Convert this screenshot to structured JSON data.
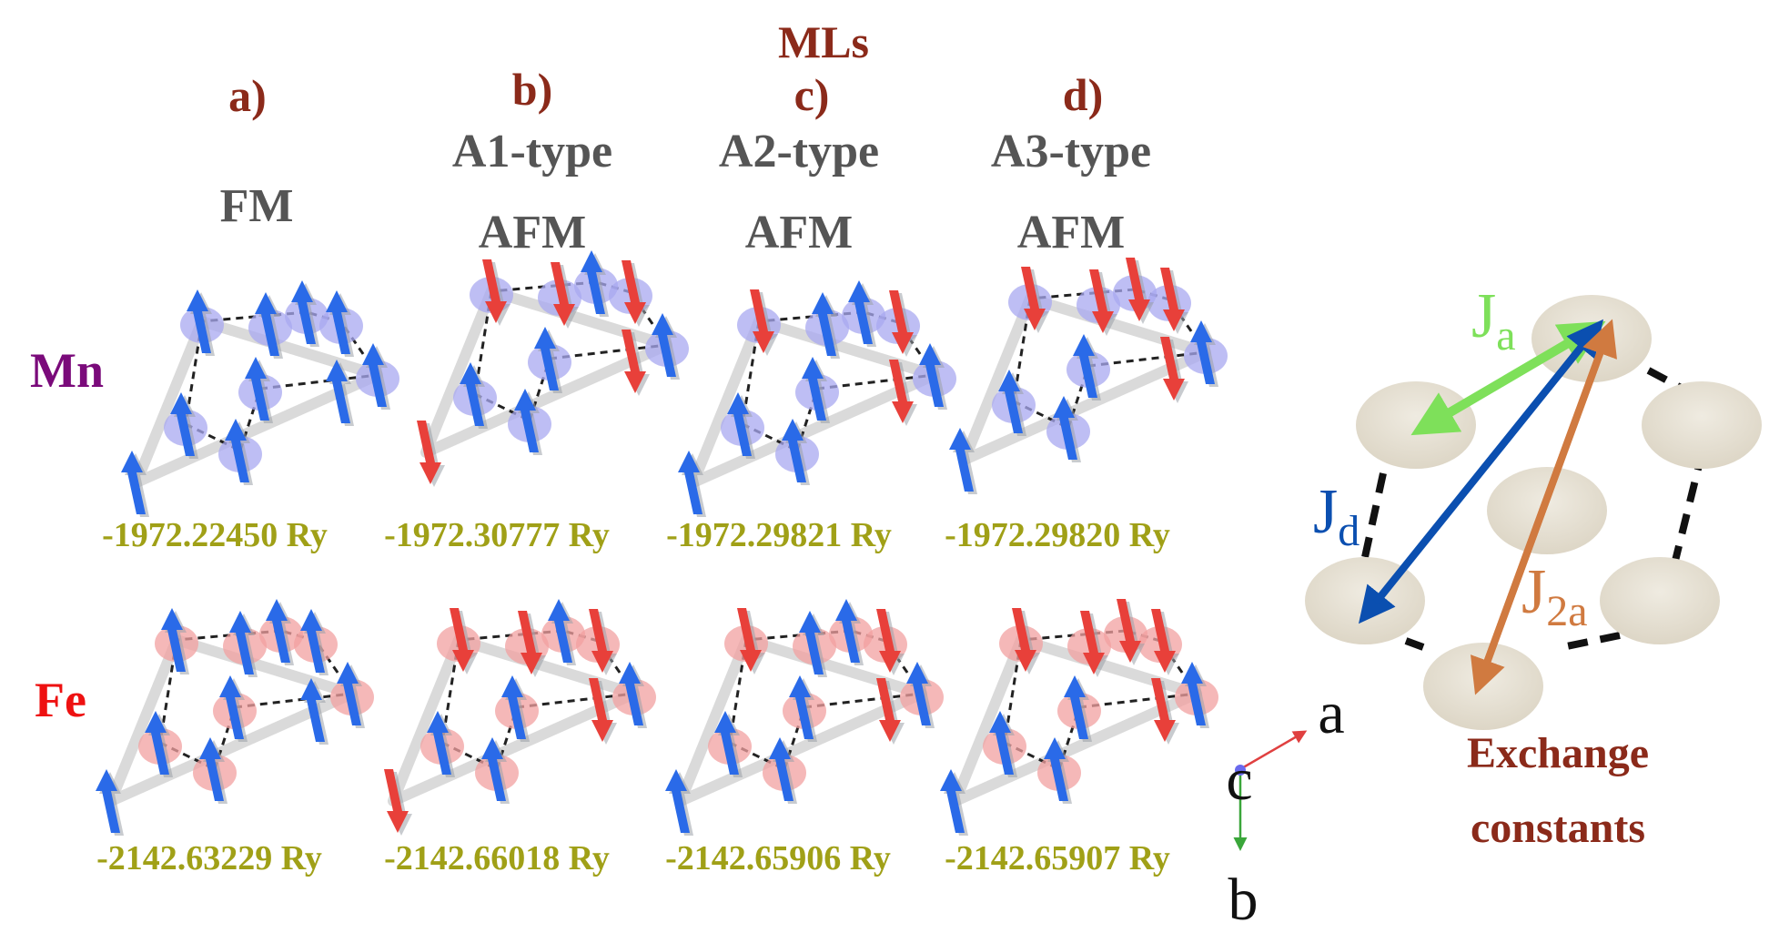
{
  "header": {
    "title": "MLs",
    "columns": [
      {
        "letter": "a)",
        "type": "",
        "order": "FM"
      },
      {
        "letter": "b)",
        "type": "A1-type",
        "order": "AFM"
      },
      {
        "letter": "c)",
        "type": "A2-type",
        "order": "AFM"
      },
      {
        "letter": "d)",
        "type": "A3-type",
        "order": "AFM"
      }
    ]
  },
  "rows": [
    {
      "element": "Mn",
      "energies": [
        "-1972.22450 Ry",
        "-1972.30777 Ry",
        "-1972.29821 Ry",
        "-1972.29820 Ry"
      ]
    },
    {
      "element": "Fe",
      "energies": [
        "-2142.63229 Ry",
        "-2142.66018 Ry",
        "-2142.65906 Ry",
        "-2142.65907 Ry"
      ]
    }
  ],
  "spin_patterns": [
    [
      "up",
      "up",
      "up",
      "up",
      "up",
      "up",
      "up",
      "up",
      "up",
      "up"
    ],
    [
      "down",
      "up",
      "down",
      "up",
      "up",
      "up",
      "down",
      "up",
      "down",
      "down"
    ],
    [
      "up",
      "up",
      "down",
      "up",
      "up",
      "up",
      "down",
      "up",
      "up",
      "down"
    ],
    [
      "up",
      "up",
      "down",
      "up",
      "up",
      "up",
      "down",
      "down",
      "down",
      "down"
    ]
  ],
  "exchange": {
    "labels": {
      "ja": {
        "main": "J",
        "sub": "a"
      },
      "jd": {
        "main": "J",
        "sub": "d"
      },
      "j2a": {
        "main": "J",
        "sub": "2a"
      }
    },
    "caption_line1": "Exchange",
    "caption_line2": "constants"
  },
  "axes": {
    "a": "a",
    "b": "b",
    "c": "c"
  },
  "colors": {
    "title": "#8b2a1a",
    "heading": "#555555",
    "energy": "#a0a017",
    "mn": "#7a0a7a",
    "fe": "#ee1111",
    "spin_up": "#2a6ae8",
    "spin_down": "#e8403a",
    "mn_atom": "#a8a8f0",
    "fe_atom": "#f2a0a0",
    "ja": "#7ee05a",
    "jd": "#0b4fb0",
    "j2a": "#d07a40",
    "node": "#e4dfd2"
  }
}
